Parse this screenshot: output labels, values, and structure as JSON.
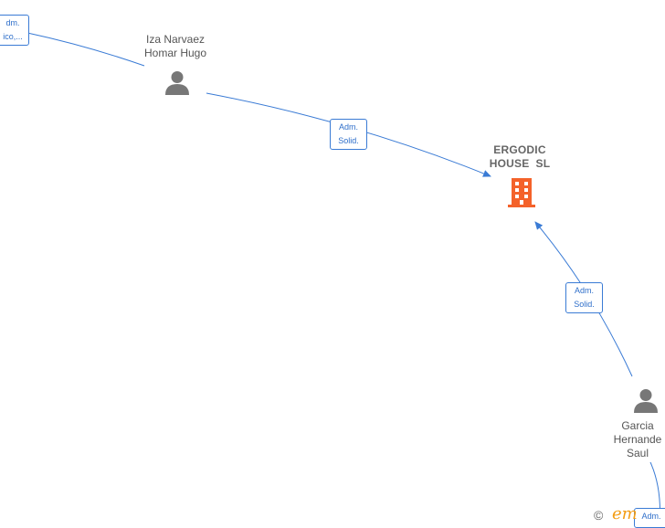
{
  "company": {
    "name_line1": "ERGODIC",
    "name_line2": "HOUSE  SL",
    "icon": "building-icon",
    "color": "#f4622a"
  },
  "persons": [
    {
      "id": "iza",
      "line1": "Iza Narvaez",
      "line2": "Homar Hugo",
      "line3": "",
      "icon": "person-icon"
    },
    {
      "id": "garcia",
      "line1": "Garcia",
      "line2": "Hernande",
      "line3": "Saul",
      "icon": "person-icon"
    }
  ],
  "edges": [
    {
      "id": "iza-company",
      "line1": "Adm.",
      "line2": "Solid."
    },
    {
      "id": "garcia-company",
      "line1": "Adm.",
      "line2": "Solid."
    },
    {
      "id": "topleft",
      "line1": "dm.",
      "line2": "ico,..."
    },
    {
      "id": "bottomright",
      "line1": "Adm.",
      "line2": ""
    }
  ],
  "watermark": {
    "copyright": "©",
    "brand": "em"
  },
  "colors": {
    "edge": "#3a7bd5",
    "person": "#777777"
  }
}
